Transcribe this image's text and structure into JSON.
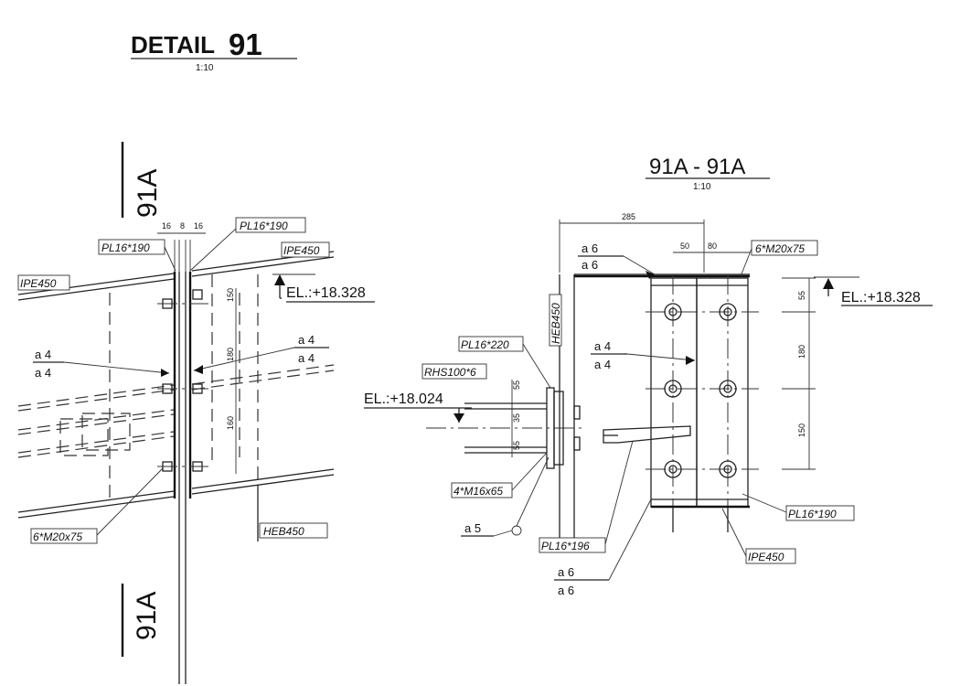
{
  "header": {
    "detail_word": "DETAIL",
    "detail_number": "91",
    "scale": "1:10"
  },
  "plan_view": {
    "section_marker_top": "91A",
    "section_marker_bottom": "91A",
    "dims_top": [
      "16",
      "8",
      "16"
    ],
    "dim_150": "150",
    "dim_180": "180",
    "dim_160": "160",
    "labels": {
      "pl_left": "PL16*190",
      "pl_right": "PL16*190",
      "ipe_left": "IPE450",
      "ipe_right": "IPE450",
      "heb": "HEB450",
      "bolts": "6*M20x75"
    },
    "elevation": "EL.:+18.328",
    "weld_left_top": "a 4",
    "weld_left_bottom": "a 4",
    "weld_right_top": "a 4",
    "weld_right_bottom": "a 4"
  },
  "section_view": {
    "title": "91A - 91A",
    "scale": "1:10",
    "dim_285": "285",
    "dim_50": "50",
    "dim_80": "80",
    "dim_55": "55",
    "dim_180": "180",
    "dim_150": "150",
    "dim_small_1": "55",
    "dim_small_2": "35",
    "dim_small_3": "55",
    "labels": {
      "bolts_top": "6*M20x75",
      "heb": "HEB450",
      "pl_220": "PL16*220",
      "rhs": "RHS100*6",
      "bolts_small": "4*M16x65",
      "pl_196": "PL16*196",
      "pl_190": "PL16*190",
      "ipe": "IPE450"
    },
    "elevation_top": "EL.:+18.328",
    "elevation_mid": "EL.:+18.024",
    "weld_top_1": "a 6",
    "weld_top_2": "a 6",
    "weld_mid_1": "a 4",
    "weld_mid_2": "a 4",
    "weld_a5": "a 5",
    "weld_bot_1": "a 6",
    "weld_bot_2": "a 6"
  }
}
